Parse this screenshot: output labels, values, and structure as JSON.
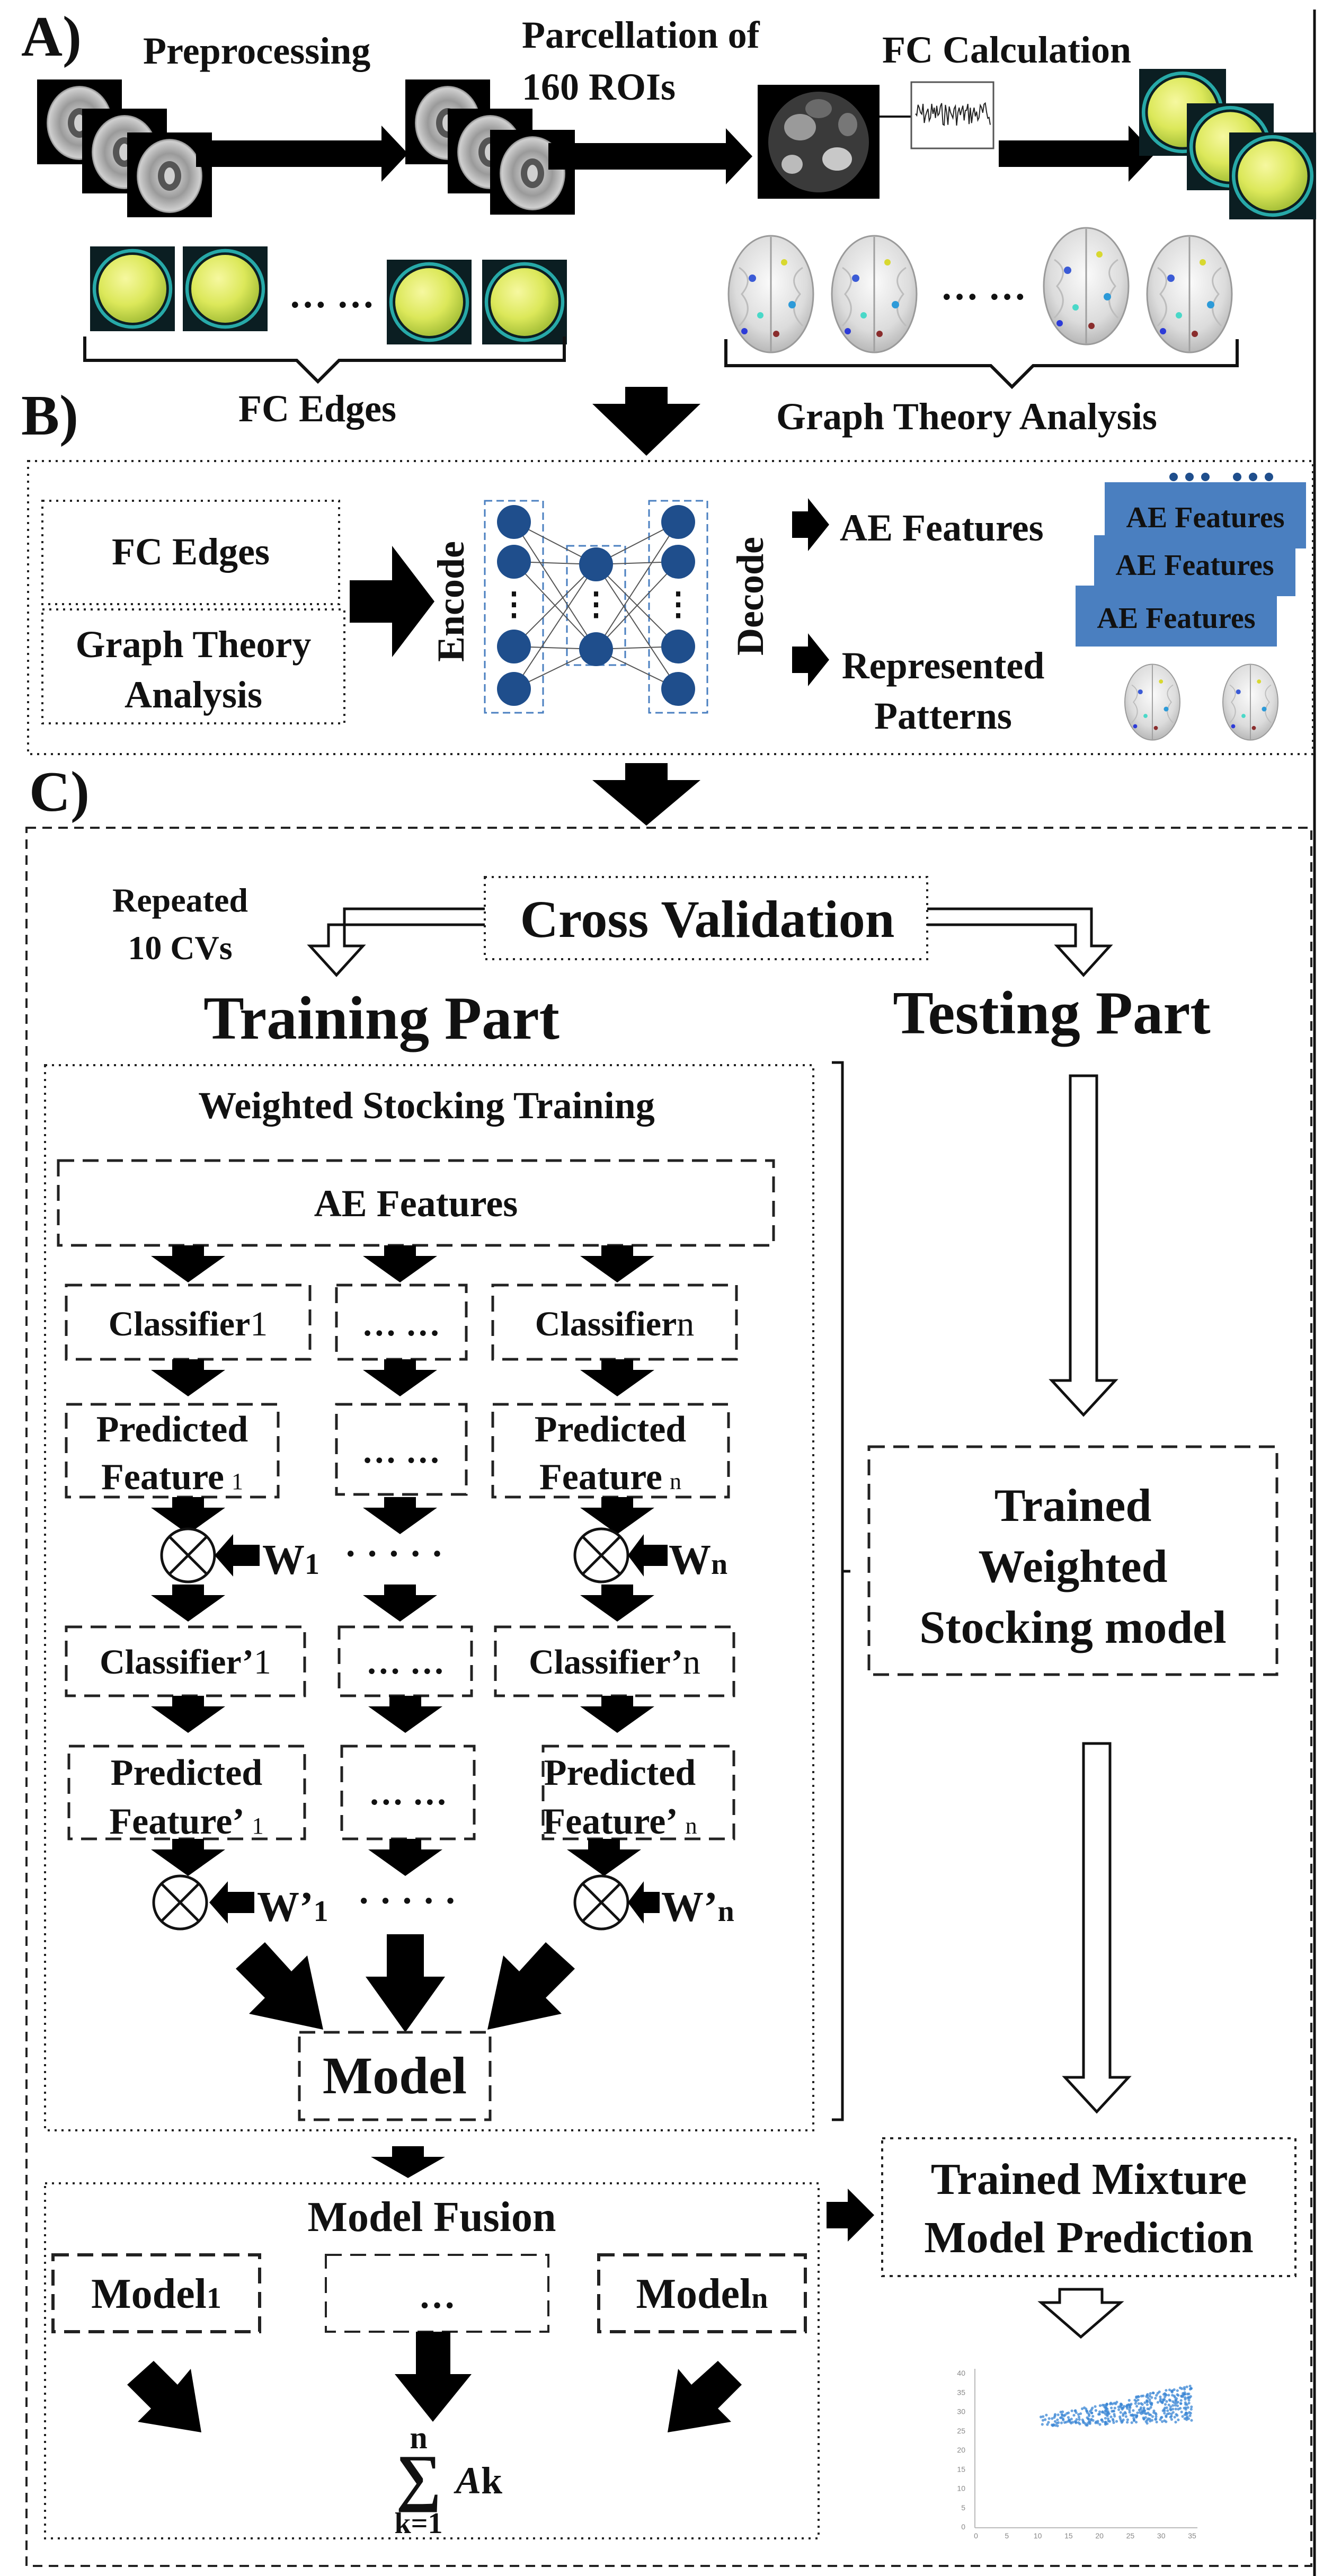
{
  "sections": {
    "a": "A)",
    "b": "B)",
    "c": "C)"
  },
  "panel_a": {
    "preprocessing": "Preprocessing",
    "parcellation_1": "Parcellation of",
    "parcellation_2": "160 ROIs",
    "fc_calculation": "FC Calculation",
    "ellipsis_left": "… …",
    "ellipsis_right": "… …",
    "fc_edges": "FC Edges",
    "graph_theory": "Graph Theory Analysis"
  },
  "panel_b": {
    "fc_edges": "FC Edges",
    "graph_theory_1": "Graph Theory",
    "graph_theory_2": "Analysis",
    "encode": "Encode",
    "decode": "Decode",
    "ae_features": "AE Features",
    "represented_1": "Represented",
    "represented_2": "Patterns",
    "stack_label": "AE Features",
    "node_ellipsis": "⋮"
  },
  "panel_c": {
    "repeated_1": "Repeated",
    "repeated_2": "10 CVs",
    "cross_validation": "Cross Validation",
    "training_part": "Training Part",
    "testing_part": "Testing Part",
    "weighted_title": "Weighted Stocking Training",
    "ae_features": "AE Features",
    "classifier": "Classifier",
    "sub_1": "1",
    "sub_n": "n",
    "ellipsis_box": "… …",
    "predicted": "Predicted",
    "feature": "Feature",
    "w": "W",
    "dots": "· · · · ·",
    "classifier_prime": "Classifier’",
    "feature_prime": "Feature’",
    "w_prime": "W’",
    "model": "Model",
    "trained_1": "Trained",
    "trained_2": "Weighted",
    "trained_3": "Stocking model",
    "model_fusion": "Model Fusion",
    "model_1": "Model",
    "model_ellipsis": "…",
    "model_n": "Model",
    "sum_top": "n",
    "sum_bottom": "k=1",
    "sum_term_a": "A",
    "sum_term_k": "k",
    "mixture_1": "Trained Mixture",
    "mixture_2": "Model Prediction"
  },
  "scatter": {
    "y_ticks": [
      "40",
      "35",
      "30",
      "25",
      "20",
      "15",
      "10",
      "5",
      "0"
    ],
    "x_ticks": [
      "0",
      "5",
      "10",
      "15",
      "20",
      "25",
      "30",
      "35"
    ]
  },
  "colors": {
    "ae_blue": "#4a7fc0",
    "node_blue": "#1f4e8c",
    "scatter_point": "#3a86d4",
    "fc_yellow": "#e8ef6a",
    "fc_ring": "#27a9a8"
  }
}
